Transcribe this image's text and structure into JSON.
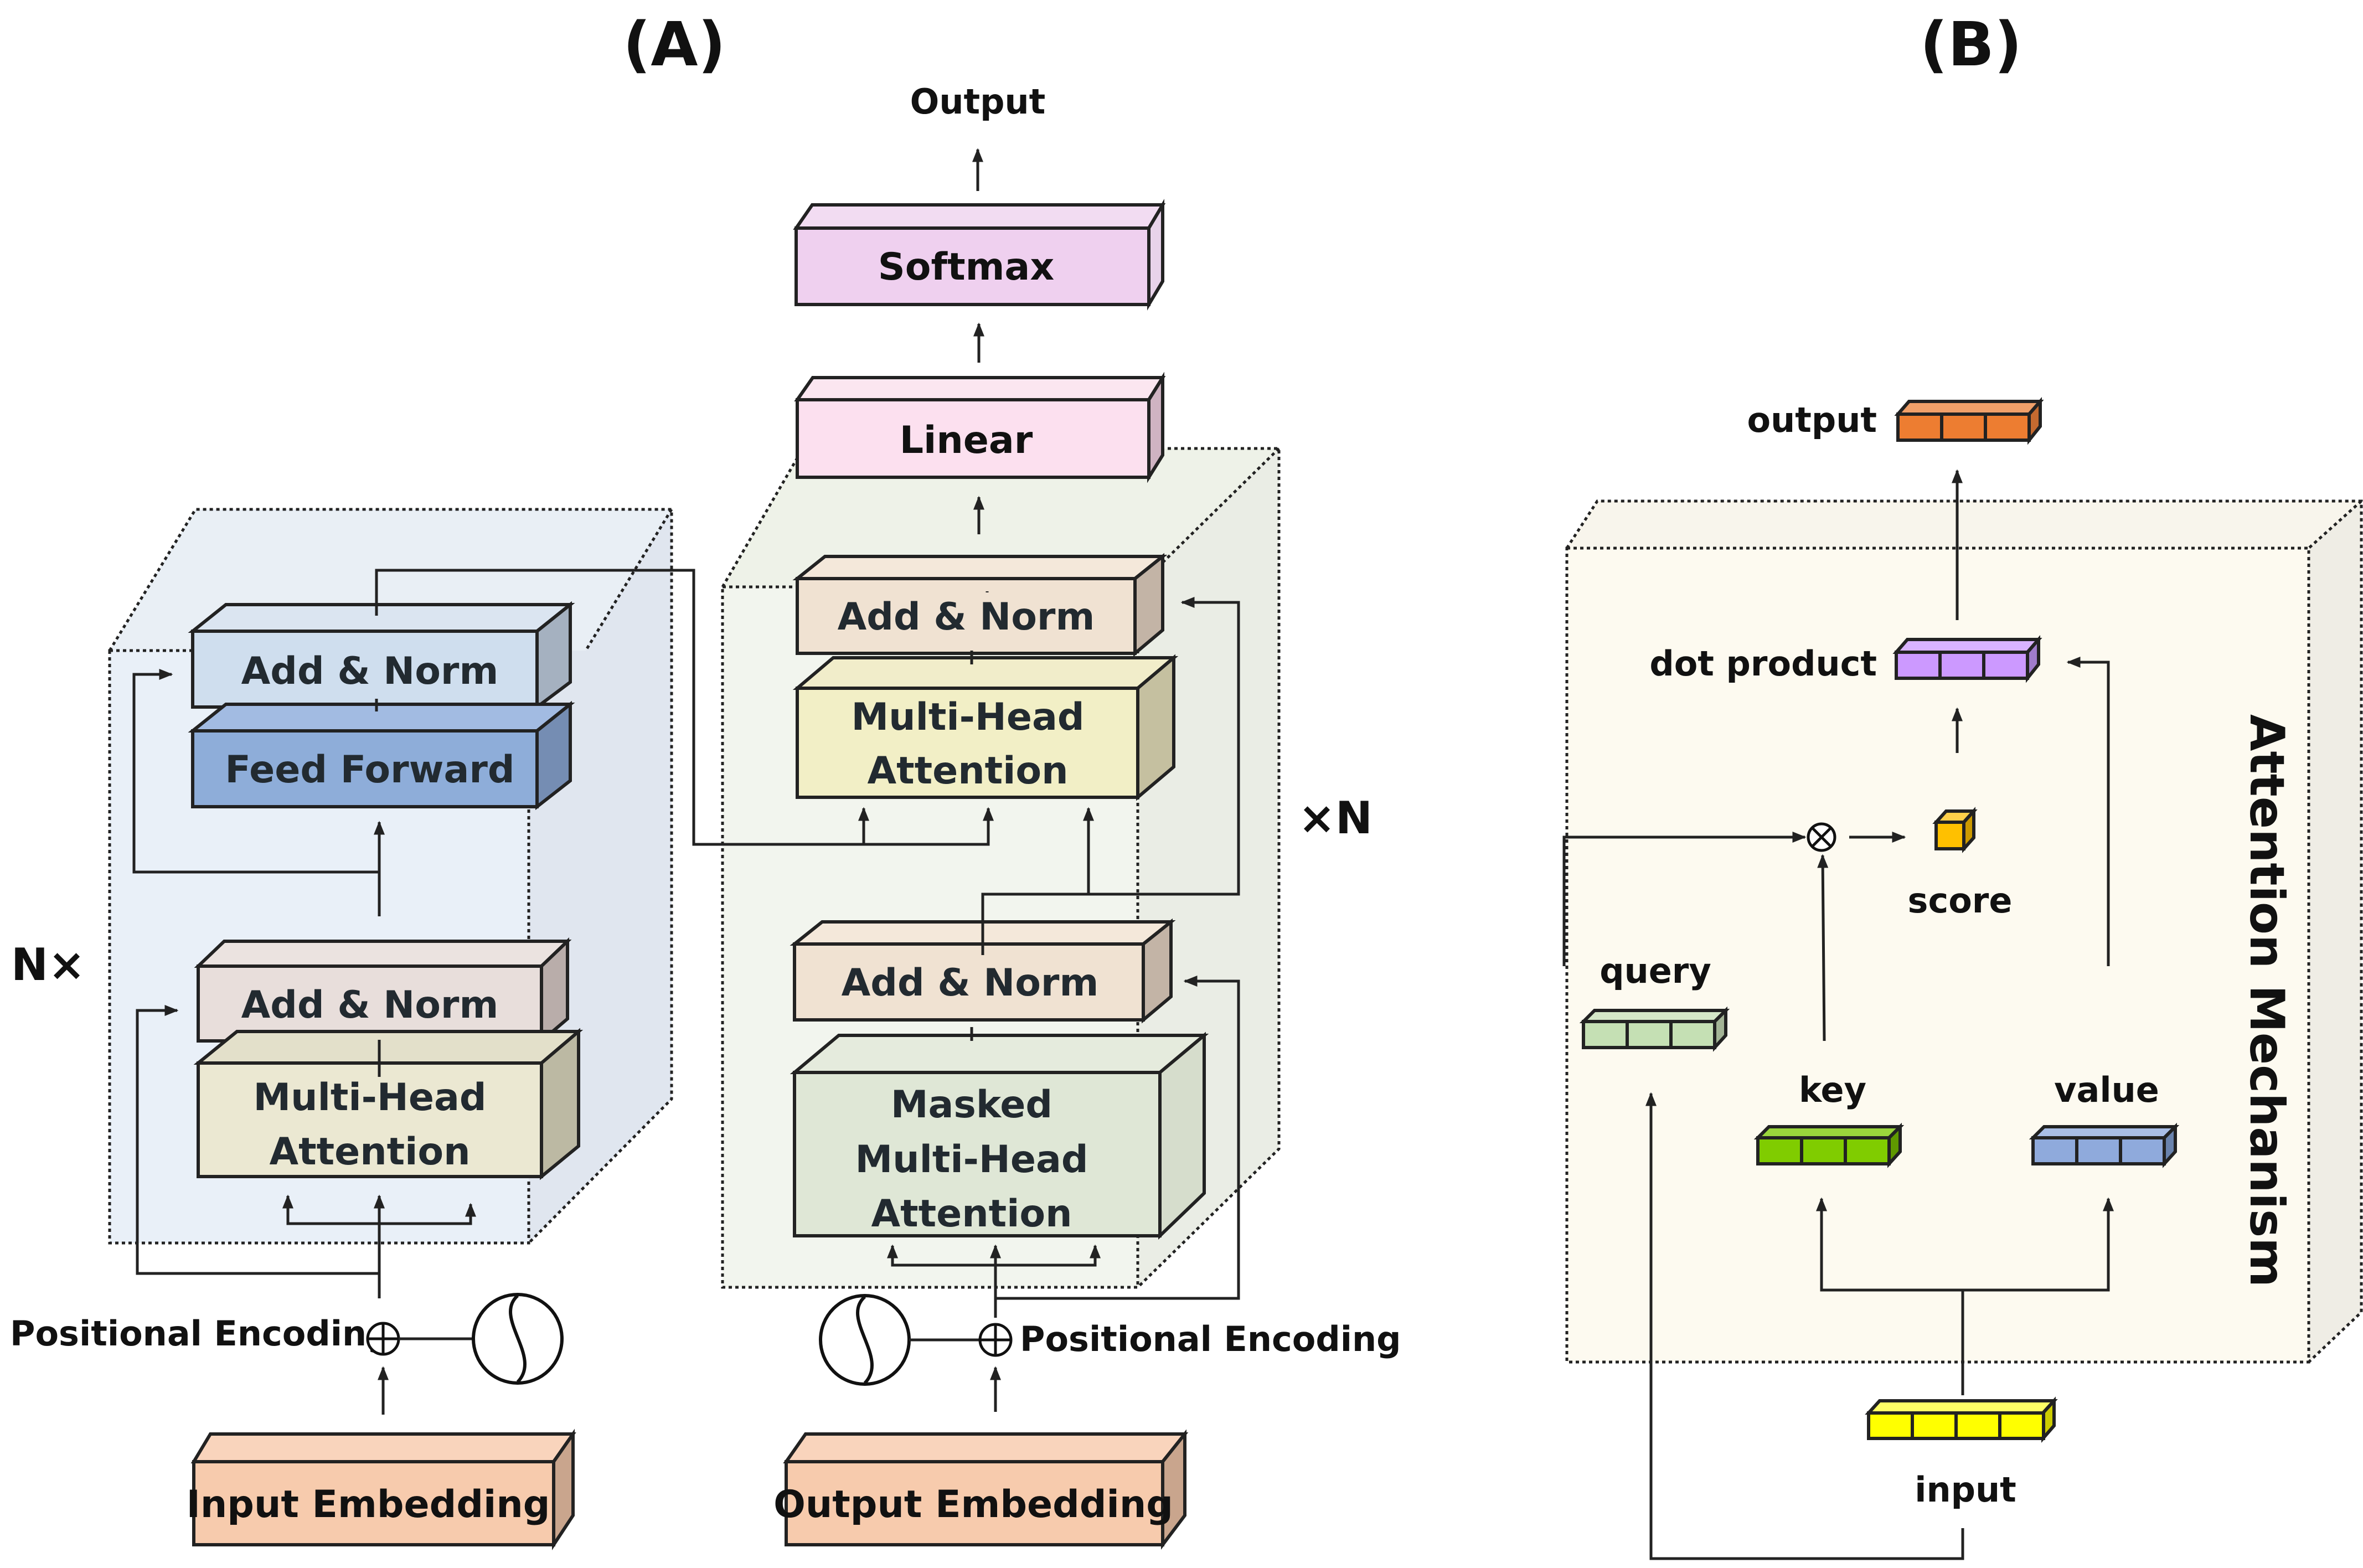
{
  "panel_a": {
    "title": "(A)",
    "output_label": "Output",
    "encoder": {
      "repeat_label": "N×",
      "add_norm_top": "Add & Norm",
      "feed_forward": "Feed Forward",
      "add_norm_bottom": "Add & Norm",
      "attention_line1": "Multi-Head",
      "attention_line2": "Attention",
      "positional_encoding": "Positional Encoding",
      "embedding": "Input Embedding"
    },
    "decoder": {
      "repeat_label": "×N",
      "softmax": "Softmax",
      "linear": "Linear",
      "add_norm_top": "Add & Norm",
      "attention_line1": "Multi-Head",
      "attention_line2": "Attention",
      "add_norm_bottom": "Add & Norm",
      "masked_line1": "Masked",
      "masked_line2": "Multi-Head",
      "masked_line3": "Attention",
      "positional_encoding": "Positional Encoding",
      "embedding": "Output Embedding"
    },
    "colors": {
      "encoder_bg": "#e9f0f8",
      "decoder_bg": "#f2f5ee",
      "softmax": "#efd0ef",
      "linear": "#fce0ef",
      "add_norm_blue": "#cfdeee",
      "feed_forward": "#8eadd9",
      "add_norm_rose": "#e8dedb",
      "attention_enc": "#ebe8d2",
      "add_norm_dec": "#f0e2d2",
      "attention_dec": "#f2efc6",
      "masked": "#dfe7d6",
      "embedding": "#f7cbad"
    }
  },
  "panel_b": {
    "title": "(B)",
    "mechanism_label": "Attention Mechanism",
    "output": "output",
    "dot_product": "dot product",
    "score": "score",
    "query": "query",
    "key": "key",
    "value": "value",
    "input": "input",
    "multiply_symbol": "⊗",
    "colors": {
      "output": "#ed7d31",
      "dot_product": "#cc99ff",
      "score": "#ffc000",
      "query": "#c5e0b4",
      "key": "#80cc00",
      "value": "#8faadc",
      "input": "#ffff00",
      "mechanism_bg": "#fdfaf0"
    }
  }
}
